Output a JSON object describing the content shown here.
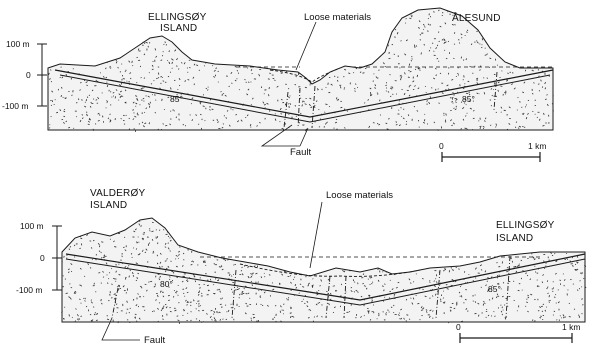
{
  "sections": [
    {
      "id": "upper",
      "labels": {
        "island_left": [
          "ELLINGSØY",
          "ISLAND"
        ],
        "town_right": "ÅLESUND",
        "loose": "Loose materials",
        "fault": "Fault",
        "dip_left": "85°",
        "dip_right": "85°"
      },
      "depth_ticks": [
        "100 m",
        "0",
        "-100 m"
      ],
      "scale": {
        "start": "0",
        "end": "1 km"
      }
    },
    {
      "id": "lower",
      "labels": {
        "island_left": [
          "VALDERØY",
          "ISLAND"
        ],
        "island_right": [
          "ELLINGSØY",
          "ISLAND"
        ],
        "loose": "Loose materials",
        "fault": "Fault",
        "dip_left": "80°",
        "dip_right": "85°"
      },
      "depth_ticks": [
        "100 m",
        "0",
        "-100 m"
      ],
      "scale": {
        "start": "0",
        "end": "1 km"
      }
    }
  ],
  "colors": {
    "ink": "#1a1a1a",
    "background": "#ffffff",
    "speckle": "#2a2a2a"
  }
}
